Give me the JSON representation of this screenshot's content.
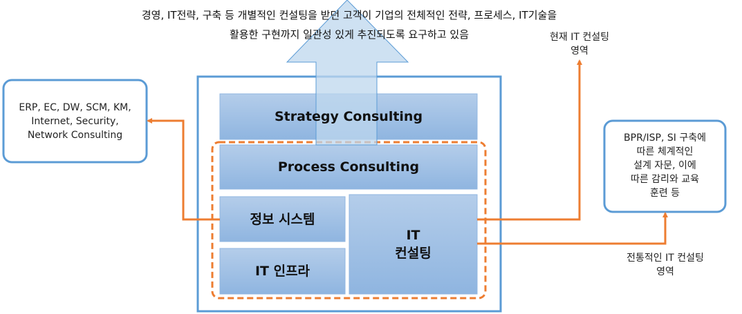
{
  "top_note": {
    "line1": "경영, IT전략, 구축 등 개별적인 컨설팅을 받던 고객이 기업의 전체적인 전략, 프로세스, IT기술을",
    "line2": "활용한 구현까지 일관성 있게 추진되도록 요구하고 있음"
  },
  "blocks": {
    "strategy": "Strategy Consulting",
    "process": "Process Consulting",
    "info_system": "정보 시스템",
    "it_infra": "IT 인프라",
    "it_consulting_1": "IT",
    "it_consulting_2": "컨설팅"
  },
  "left_box": {
    "lines": [
      "ERP, EC, DW, SCM, KM,",
      "Internet, Security,",
      "Network Consulting"
    ]
  },
  "right_box": {
    "lines": [
      "BPR/ISP, SI 구축에",
      "따른 체계적인",
      "설계 자문, 이에",
      "따른 감리와 교육",
      "훈련 등"
    ]
  },
  "current_label": {
    "lines": [
      "현재 IT 컨설팅",
      "영역"
    ]
  },
  "traditional_label": {
    "lines": [
      "전통적인 IT 컨설팅",
      "영역"
    ]
  },
  "colors": {
    "blue_border": "#5b9bd5",
    "orange": "#ed7d31",
    "block_fill": "#9dc3e6",
    "arrow_fill": "#bdd7ee"
  }
}
